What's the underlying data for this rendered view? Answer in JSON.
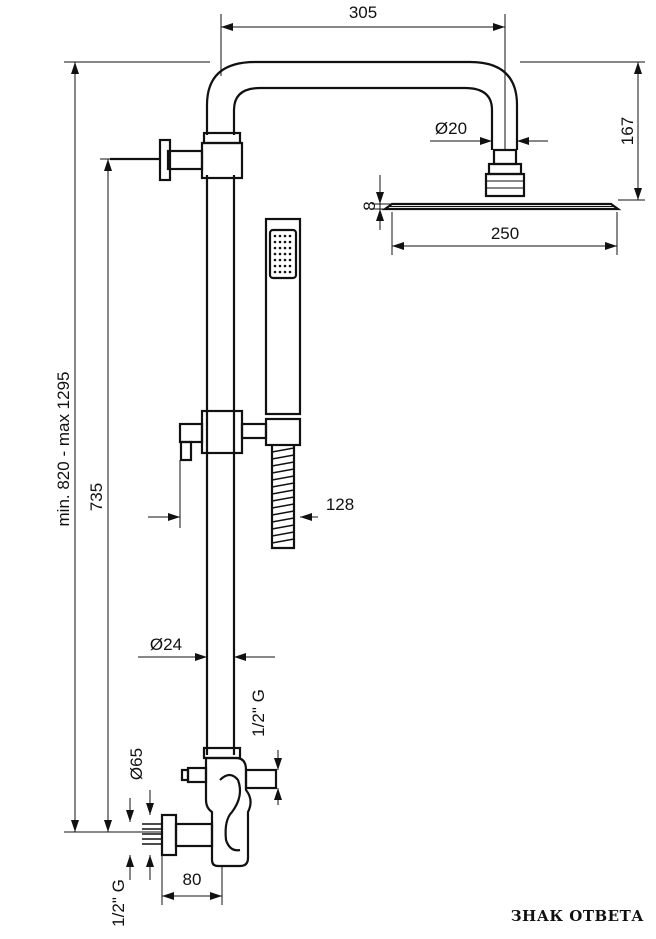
{
  "dimensions": {
    "arm_width": "305",
    "head_height": "167",
    "connector_diameter": "Ø20",
    "head_thickness": "8",
    "head_diameter": "250",
    "overall_height": "min. 820 - max 1295",
    "rail_height": "735",
    "hand_shower_offset": "128",
    "rail_diameter": "Ø24",
    "upper_thread": "1/2\" G",
    "wall_plate_diameter": "Ø65",
    "inlet_offset": "80",
    "lower_thread": "1/2\" G"
  },
  "watermark": "ЗНАК ОТВЕТА"
}
